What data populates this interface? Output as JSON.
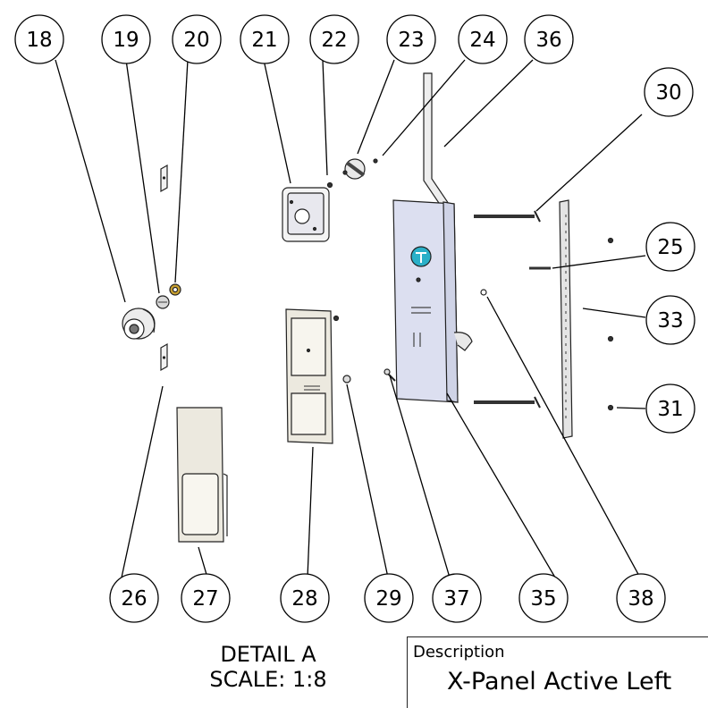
{
  "balloons": [
    {
      "num": "18"
    },
    {
      "num": "19"
    },
    {
      "num": "20"
    },
    {
      "num": "21"
    },
    {
      "num": "22"
    },
    {
      "num": "23"
    },
    {
      "num": "24"
    },
    {
      "num": "36"
    },
    {
      "num": "30"
    },
    {
      "num": "25"
    },
    {
      "num": "33"
    },
    {
      "num": "31"
    },
    {
      "num": "26"
    },
    {
      "num": "27"
    },
    {
      "num": "28"
    },
    {
      "num": "29"
    },
    {
      "num": "37"
    },
    {
      "num": "35"
    },
    {
      "num": "38"
    }
  ],
  "detail": {
    "title": "DETAIL A",
    "scale": "SCALE: 1:8"
  },
  "description": {
    "label": "Description",
    "value": "X-Panel Active Left"
  },
  "colors": {
    "line": "#000000",
    "panel_fill": "#dcdff0",
    "part_fill": "#ece9df",
    "brass": "#c8a030",
    "teal": "#2ab0c8"
  }
}
